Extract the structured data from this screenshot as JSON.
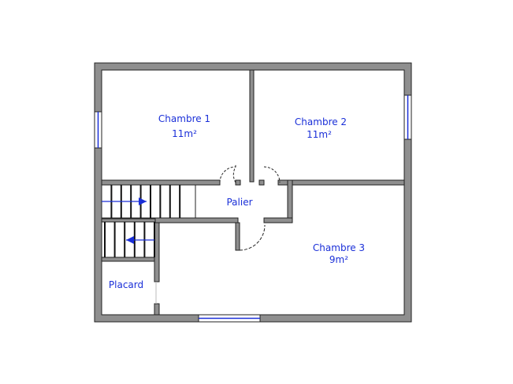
{
  "colors": {
    "wall": "#8f8f8f",
    "wall_outline": "#222222",
    "label": "#1a2fd8",
    "window": "#1a2fd8",
    "arrow": "#1a2fd8"
  },
  "rooms": [
    {
      "id": "chambre-1",
      "name": "Chambre 1",
      "area": "11m²"
    },
    {
      "id": "chambre-2",
      "name": "Chambre 2",
      "area": "11m²"
    },
    {
      "id": "palier",
      "name": "Palier",
      "area": ""
    },
    {
      "id": "chambre-3",
      "name": "Chambre 3",
      "area": "9m²"
    },
    {
      "id": "placard",
      "name": "Placard",
      "area": ""
    }
  ],
  "stairs": {
    "upper_flight_steps": 8,
    "lower_flight_steps": 5
  }
}
